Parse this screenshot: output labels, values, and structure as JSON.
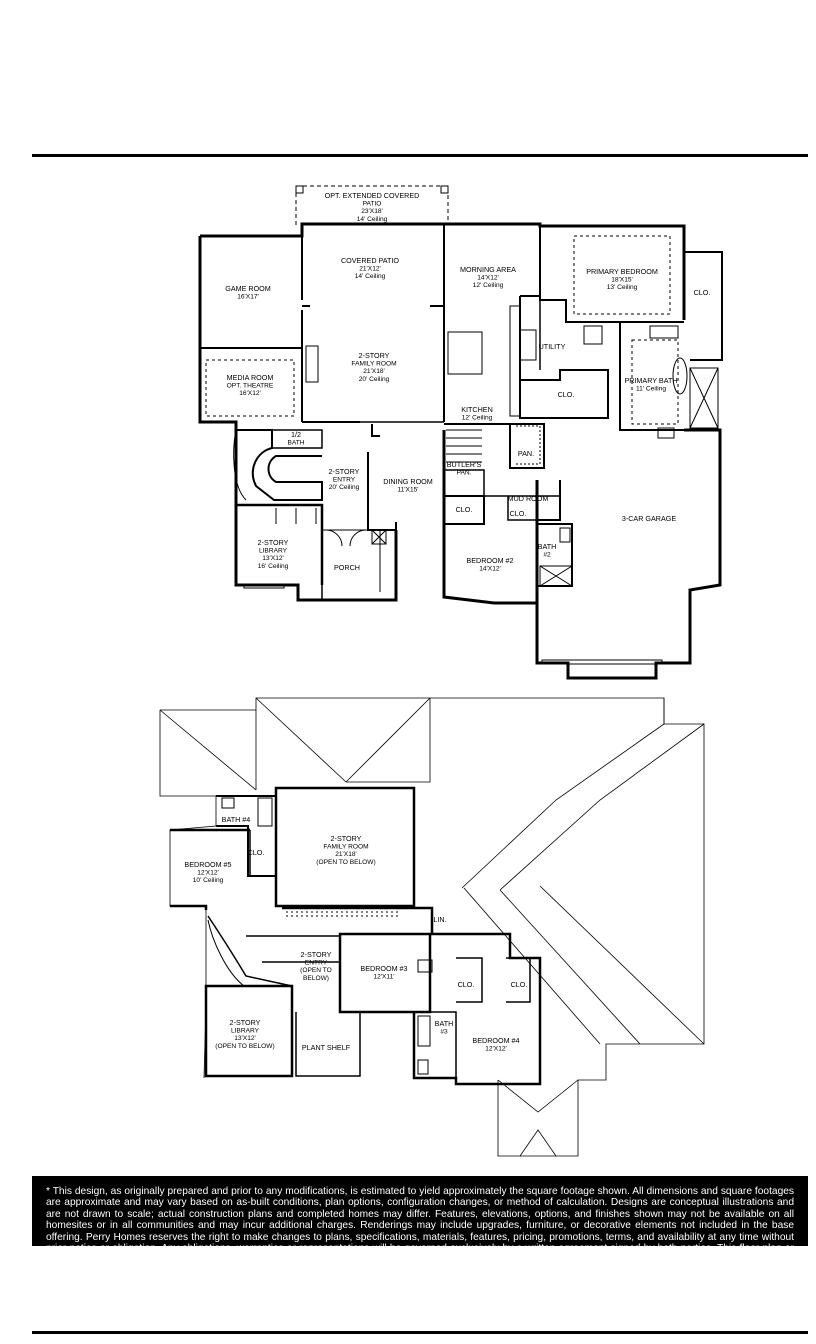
{
  "first_floor": {
    "rooms": [
      {
        "id": "patio-ext",
        "lines": [
          "OPT. EXTENDED COVERED",
          "PATIO",
          "23'X18'",
          "14' Ceiling"
        ]
      },
      {
        "id": "patio",
        "lines": [
          "COVERED PATIO",
          "21'X12'",
          "14' Ceiling"
        ]
      },
      {
        "id": "morning",
        "lines": [
          "MORNING AREA",
          "14'X12'",
          "12' Ceiling"
        ]
      },
      {
        "id": "primary-bed",
        "lines": [
          "PRIMARY BEDROOM",
          "18'X15'",
          "13' Ceiling"
        ]
      },
      {
        "id": "clo-primary",
        "lines": [
          "CLO."
        ]
      },
      {
        "id": "game",
        "lines": [
          "GAME ROOM",
          "16'X17'"
        ]
      },
      {
        "id": "family",
        "lines": [
          "2-STORY",
          "FAMILY ROOM",
          "21'X18'",
          "20' Ceiling"
        ]
      },
      {
        "id": "utility",
        "lines": [
          "UTILITY"
        ]
      },
      {
        "id": "clo-utility",
        "lines": [
          "CLO."
        ]
      },
      {
        "id": "primary-bath",
        "lines": [
          "PRIMARY BATH",
          "11' Ceiling"
        ]
      },
      {
        "id": "media",
        "lines": [
          "MEDIA ROOM",
          "OPT. THEATRE",
          "16'X12'"
        ]
      },
      {
        "id": "kitchen",
        "lines": [
          "KITCHEN",
          "12' Ceiling"
        ]
      },
      {
        "id": "half-bath",
        "lines": [
          "1/2",
          "BATH"
        ]
      },
      {
        "id": "pan",
        "lines": [
          "PAN."
        ]
      },
      {
        "id": "butler",
        "lines": [
          "BUTLER'S",
          "PAN."
        ]
      },
      {
        "id": "entry",
        "lines": [
          "2-STORY",
          "ENTRY",
          "20' Ceiling"
        ]
      },
      {
        "id": "dining",
        "lines": [
          "DINING ROOM",
          "11'X15'"
        ]
      },
      {
        "id": "mud",
        "lines": [
          "MUD ROOM"
        ]
      },
      {
        "id": "clo-a",
        "lines": [
          "CLO."
        ]
      },
      {
        "id": "clo-b",
        "lines": [
          "CLO."
        ]
      },
      {
        "id": "garage",
        "lines": [
          "3-CAR GARAGE"
        ]
      },
      {
        "id": "library",
        "lines": [
          "2-STORY",
          "LIBRARY",
          "13'X12'",
          "16' Ceiling"
        ]
      },
      {
        "id": "bath2",
        "lines": [
          "BATH",
          "#2"
        ]
      },
      {
        "id": "bedroom2",
        "lines": [
          "BEDROOM #2",
          "14'X12'"
        ]
      },
      {
        "id": "porch",
        "lines": [
          "PORCH"
        ]
      }
    ]
  },
  "second_floor": {
    "rooms": [
      {
        "id": "bath4",
        "lines": [
          "BATH #4"
        ]
      },
      {
        "id": "family-up",
        "lines": [
          "2-STORY",
          "FAMILY ROOM",
          "21'X18'",
          "(OPEN TO BELOW)"
        ]
      },
      {
        "id": "bedroom5",
        "lines": [
          "BEDROOM #5",
          "12'X12'",
          "10' Ceiling"
        ]
      },
      {
        "id": "clo-5",
        "lines": [
          "CLO."
        ]
      },
      {
        "id": "lin",
        "lines": [
          "LIN."
        ]
      },
      {
        "id": "entry-up",
        "lines": [
          "2-STORY",
          "ENTRY",
          "(OPEN TO",
          "BELOW)"
        ]
      },
      {
        "id": "bedroom3",
        "lines": [
          "BEDROOM #3",
          "12'X11'"
        ]
      },
      {
        "id": "clo-3",
        "lines": [
          "CLO."
        ]
      },
      {
        "id": "clo-4",
        "lines": [
          "CLO."
        ]
      },
      {
        "id": "library-up",
        "lines": [
          "2-STORY",
          "LIBRARY",
          "13'X12'",
          "(OPEN TO BELOW)"
        ]
      },
      {
        "id": "bath3",
        "lines": [
          "BATH",
          "#3"
        ]
      },
      {
        "id": "bedroom4",
        "lines": [
          "BEDROOM #4",
          "12'X12'"
        ]
      },
      {
        "id": "plant",
        "lines": [
          "PLANT SHELF"
        ]
      }
    ]
  },
  "disclaimer": "* This design, as originally prepared and prior to any modifications, is estimated to yield approximately the square footage shown. All dimensions and square footages are approximate and may vary based on as-built conditions, plan options, configuration changes, or method of calculation. Designs are conceptual illustrations and are not drawn to scale; actual construction plans and completed homes may differ. Features, elevations, options, and finishes shown may not be available on all homesites or in all communities and may incur additional charges. Renderings may include upgrades, furniture, or decorative elements not included in the base offering. Perry Homes reserves the right to make changes to plans, specifications, materials, features, pricing, promotions, terms, and availability at any time without prior notice or obligation. Any obligations, warranties or representations will be governed exclusively by a written agreement signed by both parties. This floor plan or design sheet does not constitute an offer."
}
